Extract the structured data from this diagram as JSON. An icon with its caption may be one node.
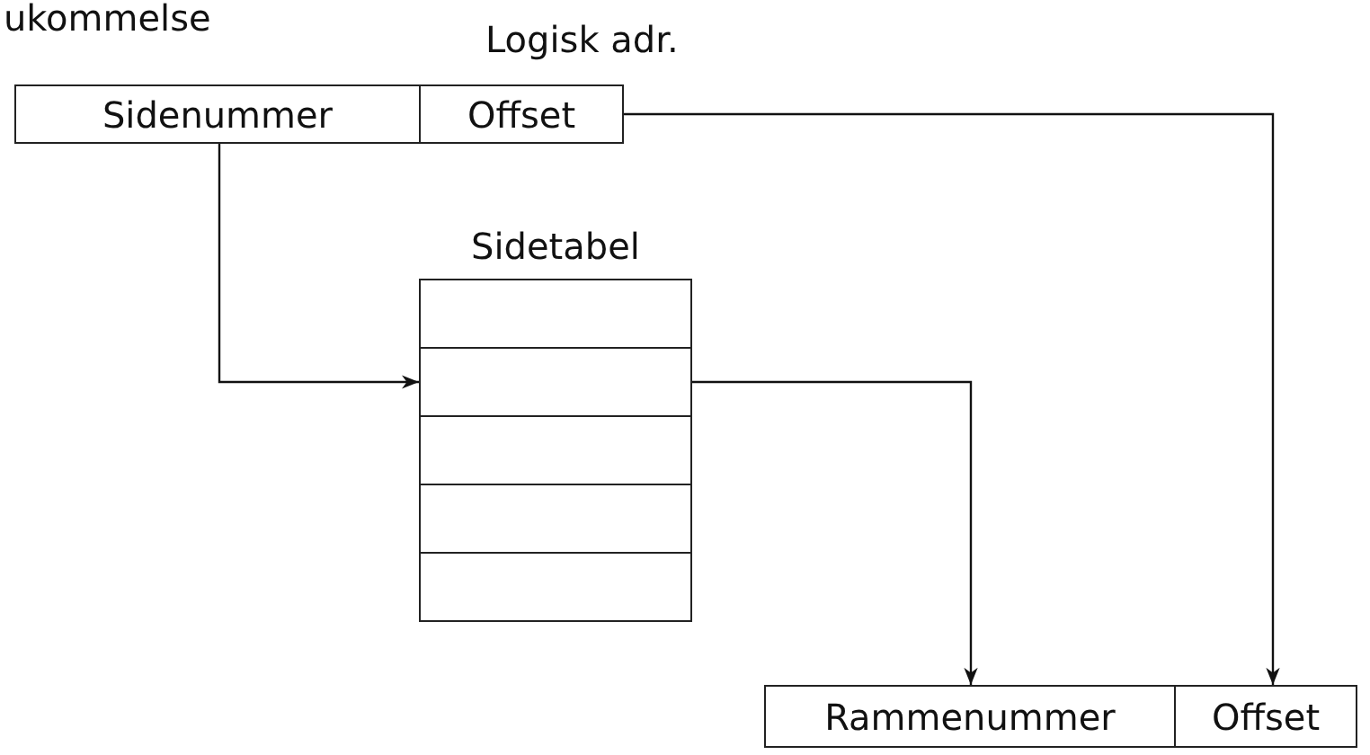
{
  "diagram": {
    "nodes": [
      {
        "text": [
          "Sidenummer"
        ]
      },
      {
        "text": [
          "Offset"
        ]
      },
      {
        "text": [
          "Sidetabel"
        ]
      },
      {
        "text": [],
        "shape": "box",
        "in": 2
      },
      {
        "text": [],
        "shape": "box",
        "in": 2
      },
      {
        "text": [],
        "shape": "box",
        "in": 2
      },
      {
        "text": [],
        "shape": "box",
        "in": 2
      },
      {
        "text": [],
        "shape": "box",
        "in": 2
      },
      {
        "text": [
          "Rammenummer"
        ]
      },
      {
        "text": [
          "Offset"
        ]
      }
    ],
    "edges": [
      {
        "from": 0,
        "to": 4,
        "arrow": "to"
      },
      {
        "from": 4,
        "to": 8,
        "arrow": "to"
      },
      {
        "from": 1,
        "to": 9,
        "arrow": "to"
      }
    ],
    "labels": [
      "ukommelse",
      "Logisk adr."
    ]
  }
}
